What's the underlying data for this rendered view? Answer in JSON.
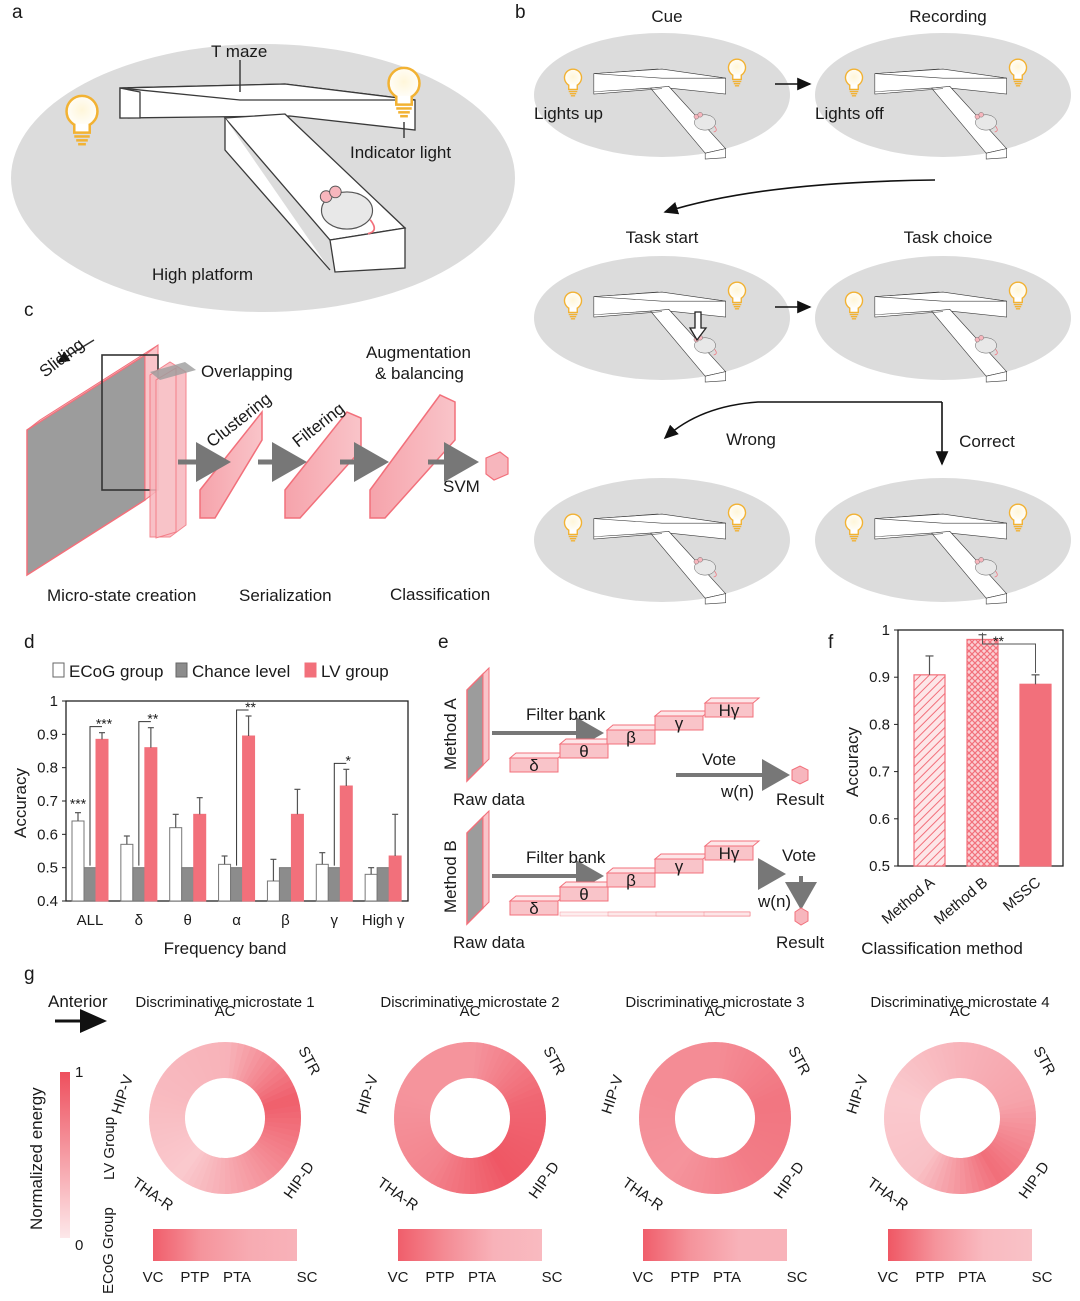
{
  "colors": {
    "lv": "#f2707b",
    "lv_light": "#f7b6bd",
    "chance": "#8c8c8c",
    "ecog": "#ffffff",
    "bulb": "#f2b233",
    "platform": "#dcdcdc"
  },
  "icons": [
    "light-bulb-icon",
    "mouse-icon",
    "up-arrow-icon"
  ],
  "panel_a": {
    "label": "a",
    "maze_label": "T maze",
    "indicator_label": "Indicator light",
    "platform_label": "High platform"
  },
  "panel_b": {
    "label": "b",
    "states": [
      {
        "title": "Cue",
        "note": "Lights up"
      },
      {
        "title": "Recording",
        "note": "Lights off"
      },
      {
        "title": "Task start",
        "note": ""
      },
      {
        "title": "Task choice",
        "note": ""
      },
      {
        "title": "Wrong",
        "note": ""
      },
      {
        "title": "Correct",
        "note": ""
      }
    ]
  },
  "panel_c": {
    "label": "c",
    "sliding": "Sliding",
    "overlapping": "Overlapping",
    "clustering": "Clustering",
    "filtering": "Filtering",
    "augmentation_1": "Augmentation",
    "augmentation_2": "& balancing",
    "svm": "SVM",
    "stages": [
      "Micro-state creation",
      "Serialization",
      "Classification"
    ]
  },
  "panel_d": {
    "label": "d"
  },
  "panel_e": {
    "label": "e",
    "method_a": "Method A",
    "method_b": "Method B",
    "filter_bank": "Filter bank",
    "vote": "Vote",
    "weight": "w(n)",
    "raw_data": "Raw data",
    "result": "Result",
    "bands": [
      "δ",
      "θ",
      "β",
      "γ",
      "Hγ"
    ]
  },
  "panel_f": {
    "label": "f"
  },
  "panel_g": {
    "label": "g",
    "anterior": "Anterior",
    "colorbar_label": "Normalized energy",
    "colorbar_max": "1",
    "colorbar_min": "0",
    "lv_group": "LV Group",
    "ecog_group": "ECoG Group",
    "ring_labels": [
      "AC",
      "STR",
      "HIP-D",
      "THA-R",
      "HIP-V"
    ],
    "strip_labels": [
      "VC",
      "PTP",
      "PTA",
      "SC"
    ],
    "microstates": [
      {
        "title": "Discriminative microstate 1",
        "ring": [
          0.35,
          0.9,
          0.55,
          0.2,
          0.3
        ],
        "strip": [
          0.9,
          0.55,
          0.4,
          0.35
        ]
      },
      {
        "title": "Discriminative microstate 2",
        "ring": [
          0.55,
          0.85,
          0.95,
          0.65,
          0.55
        ],
        "strip": [
          0.9,
          0.6,
          0.35,
          0.3
        ]
      },
      {
        "title": "Discriminative microstate 3",
        "ring": [
          0.6,
          0.75,
          0.7,
          0.55,
          0.6
        ],
        "strip": [
          0.9,
          0.55,
          0.35,
          0.35
        ]
      },
      {
        "title": "Discriminative microstate 4",
        "ring": [
          0.35,
          0.45,
          0.8,
          0.25,
          0.2
        ],
        "strip": [
          0.95,
          0.55,
          0.3,
          0.25
        ]
      }
    ]
  },
  "chart_data": [
    {
      "type": "bar",
      "panel": "d",
      "title": "",
      "xlabel": "Frequency band",
      "ylabel": "Accuracy",
      "ylim": [
        0.4,
        1
      ],
      "yticks": [
        "0.4",
        "0.5",
        "0.6",
        "0.7",
        "0.8",
        "0.9",
        "1"
      ],
      "categories": [
        "ALL",
        "δ",
        "θ",
        "α",
        "β",
        "γ",
        "High γ"
      ],
      "series": [
        {
          "name": "ECoG group",
          "values": [
            0.64,
            0.57,
            0.62,
            0.51,
            0.46,
            0.51,
            0.48
          ],
          "errors": [
            0.025,
            0.025,
            0.04,
            0.025,
            0.065,
            0.035,
            0.02
          ]
        },
        {
          "name": "Chance level",
          "values": [
            0.5,
            0.5,
            0.5,
            0.5,
            0.5,
            0.5,
            0.5
          ],
          "errors": [
            0,
            0,
            0,
            0,
            0,
            0,
            0
          ]
        },
        {
          "name": "LV group",
          "values": [
            0.885,
            0.86,
            0.66,
            0.895,
            0.66,
            0.745,
            0.535
          ],
          "errors": [
            0.02,
            0.06,
            0.05,
            0.06,
            0.075,
            0.05,
            0.125
          ]
        }
      ],
      "significance": [
        "***",
        "**",
        "",
        "**",
        "",
        "*",
        ""
      ],
      "ecog_vs_chance": [
        "***",
        "",
        "",
        "",
        "",
        "",
        ""
      ],
      "legend": "top",
      "grid": false
    },
    {
      "type": "bar",
      "panel": "f",
      "title": "",
      "xlabel": "Classification method",
      "ylabel": "Accuracy",
      "ylim": [
        0.5,
        1
      ],
      "yticks": [
        "0.5",
        "0.6",
        "0.7",
        "0.8",
        "0.9",
        "1"
      ],
      "categories": [
        "Method A",
        "Method B",
        "MSSC"
      ],
      "values": [
        0.905,
        0.98,
        0.885
      ],
      "errors": [
        0.04,
        0.01,
        0.02
      ],
      "patterns": [
        "hatch",
        "grid",
        "solid"
      ],
      "significance": {
        "between": [
          "Method B",
          "MSSC"
        ],
        "mark": "**"
      },
      "grid": false
    }
  ]
}
